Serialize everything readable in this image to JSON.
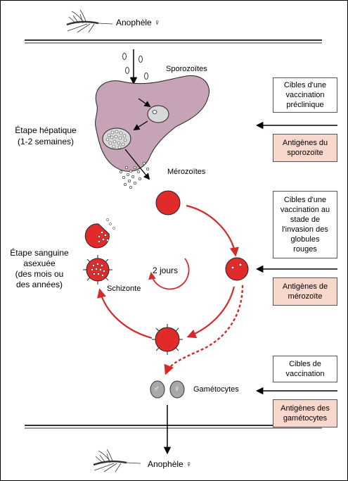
{
  "anopheles_top": "Anophèle ♀",
  "anopheles_bottom": "Anophèle ♀",
  "sporozoites": "Sporozoïtes",
  "merozoites": "Mérozoïtes",
  "hepatic_stage": "Étape hépatique\n(1-2 semaines)",
  "blood_stage": "Étape sanguine\nasexuée\n(des mois ou\ndes années)",
  "schizont": "Schizonte",
  "cycle_label": "2 jours",
  "gametocytes": "Gamétocytes",
  "male_symbol": "♂",
  "female_symbol": "♀",
  "targets": [
    {
      "label": "Cibles d'une\nvaccination\npréclinique",
      "antigen": "Antigènes du\nsporozoïte"
    },
    {
      "label": "Cibles d'une\nvaccination au\nstade de\nl'invasion des\nglobules\nrouges",
      "antigen": "Antigènes de\nmérozoïte"
    },
    {
      "label": "Cibles de\nvaccination",
      "antigen": "Antigènes des\ngamétocytes"
    }
  ],
  "colors": {
    "liver": "#c6a3b6",
    "cell_red": "#e12b2b",
    "arrow_red": "#d42a2a",
    "pink_box": "#f8d8cc",
    "gametocyte": "#a8a8a8"
  }
}
